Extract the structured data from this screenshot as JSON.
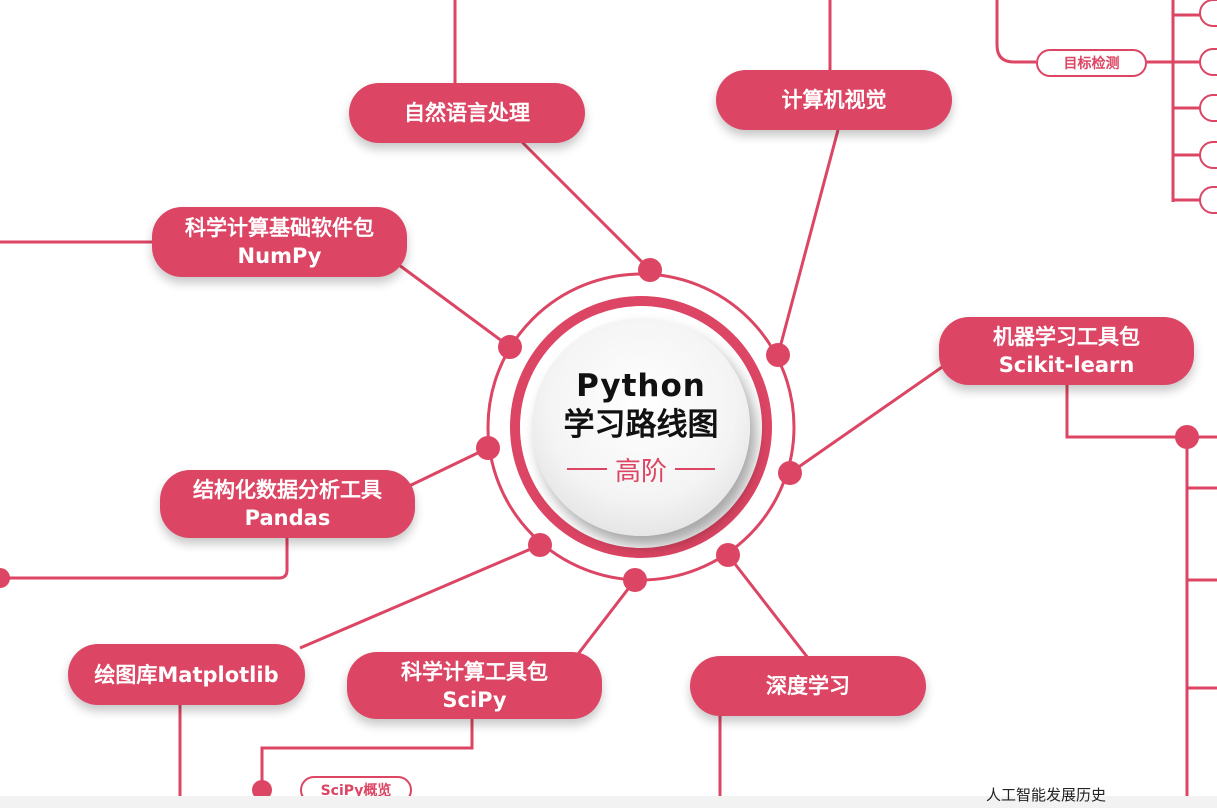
{
  "hub": {
    "title": "Python",
    "subtitle": "学习路线图",
    "level": "高阶"
  },
  "nodes": {
    "nlp": "自然语言处理",
    "cv": "计算机视觉",
    "numpy": [
      "科学计算基础软件包",
      "NumPy"
    ],
    "sklearn": [
      "机器学习工具包",
      "Scikit-learn"
    ],
    "pandas": [
      "结构化数据分析工具",
      "Pandas"
    ],
    "matplotlib": "绘图库Matplotlib",
    "scipy": [
      "科学计算工具包",
      "SciPy"
    ],
    "dl": "深度学习"
  },
  "sub_nodes": {
    "object_detection": "目标检测",
    "scipy_overview": "SciPy概览",
    "ai_history": "人工智能发展历史"
  },
  "colors": {
    "accent": "#dc4563",
    "background": "#ffffff",
    "hub_text": "#111111"
  }
}
